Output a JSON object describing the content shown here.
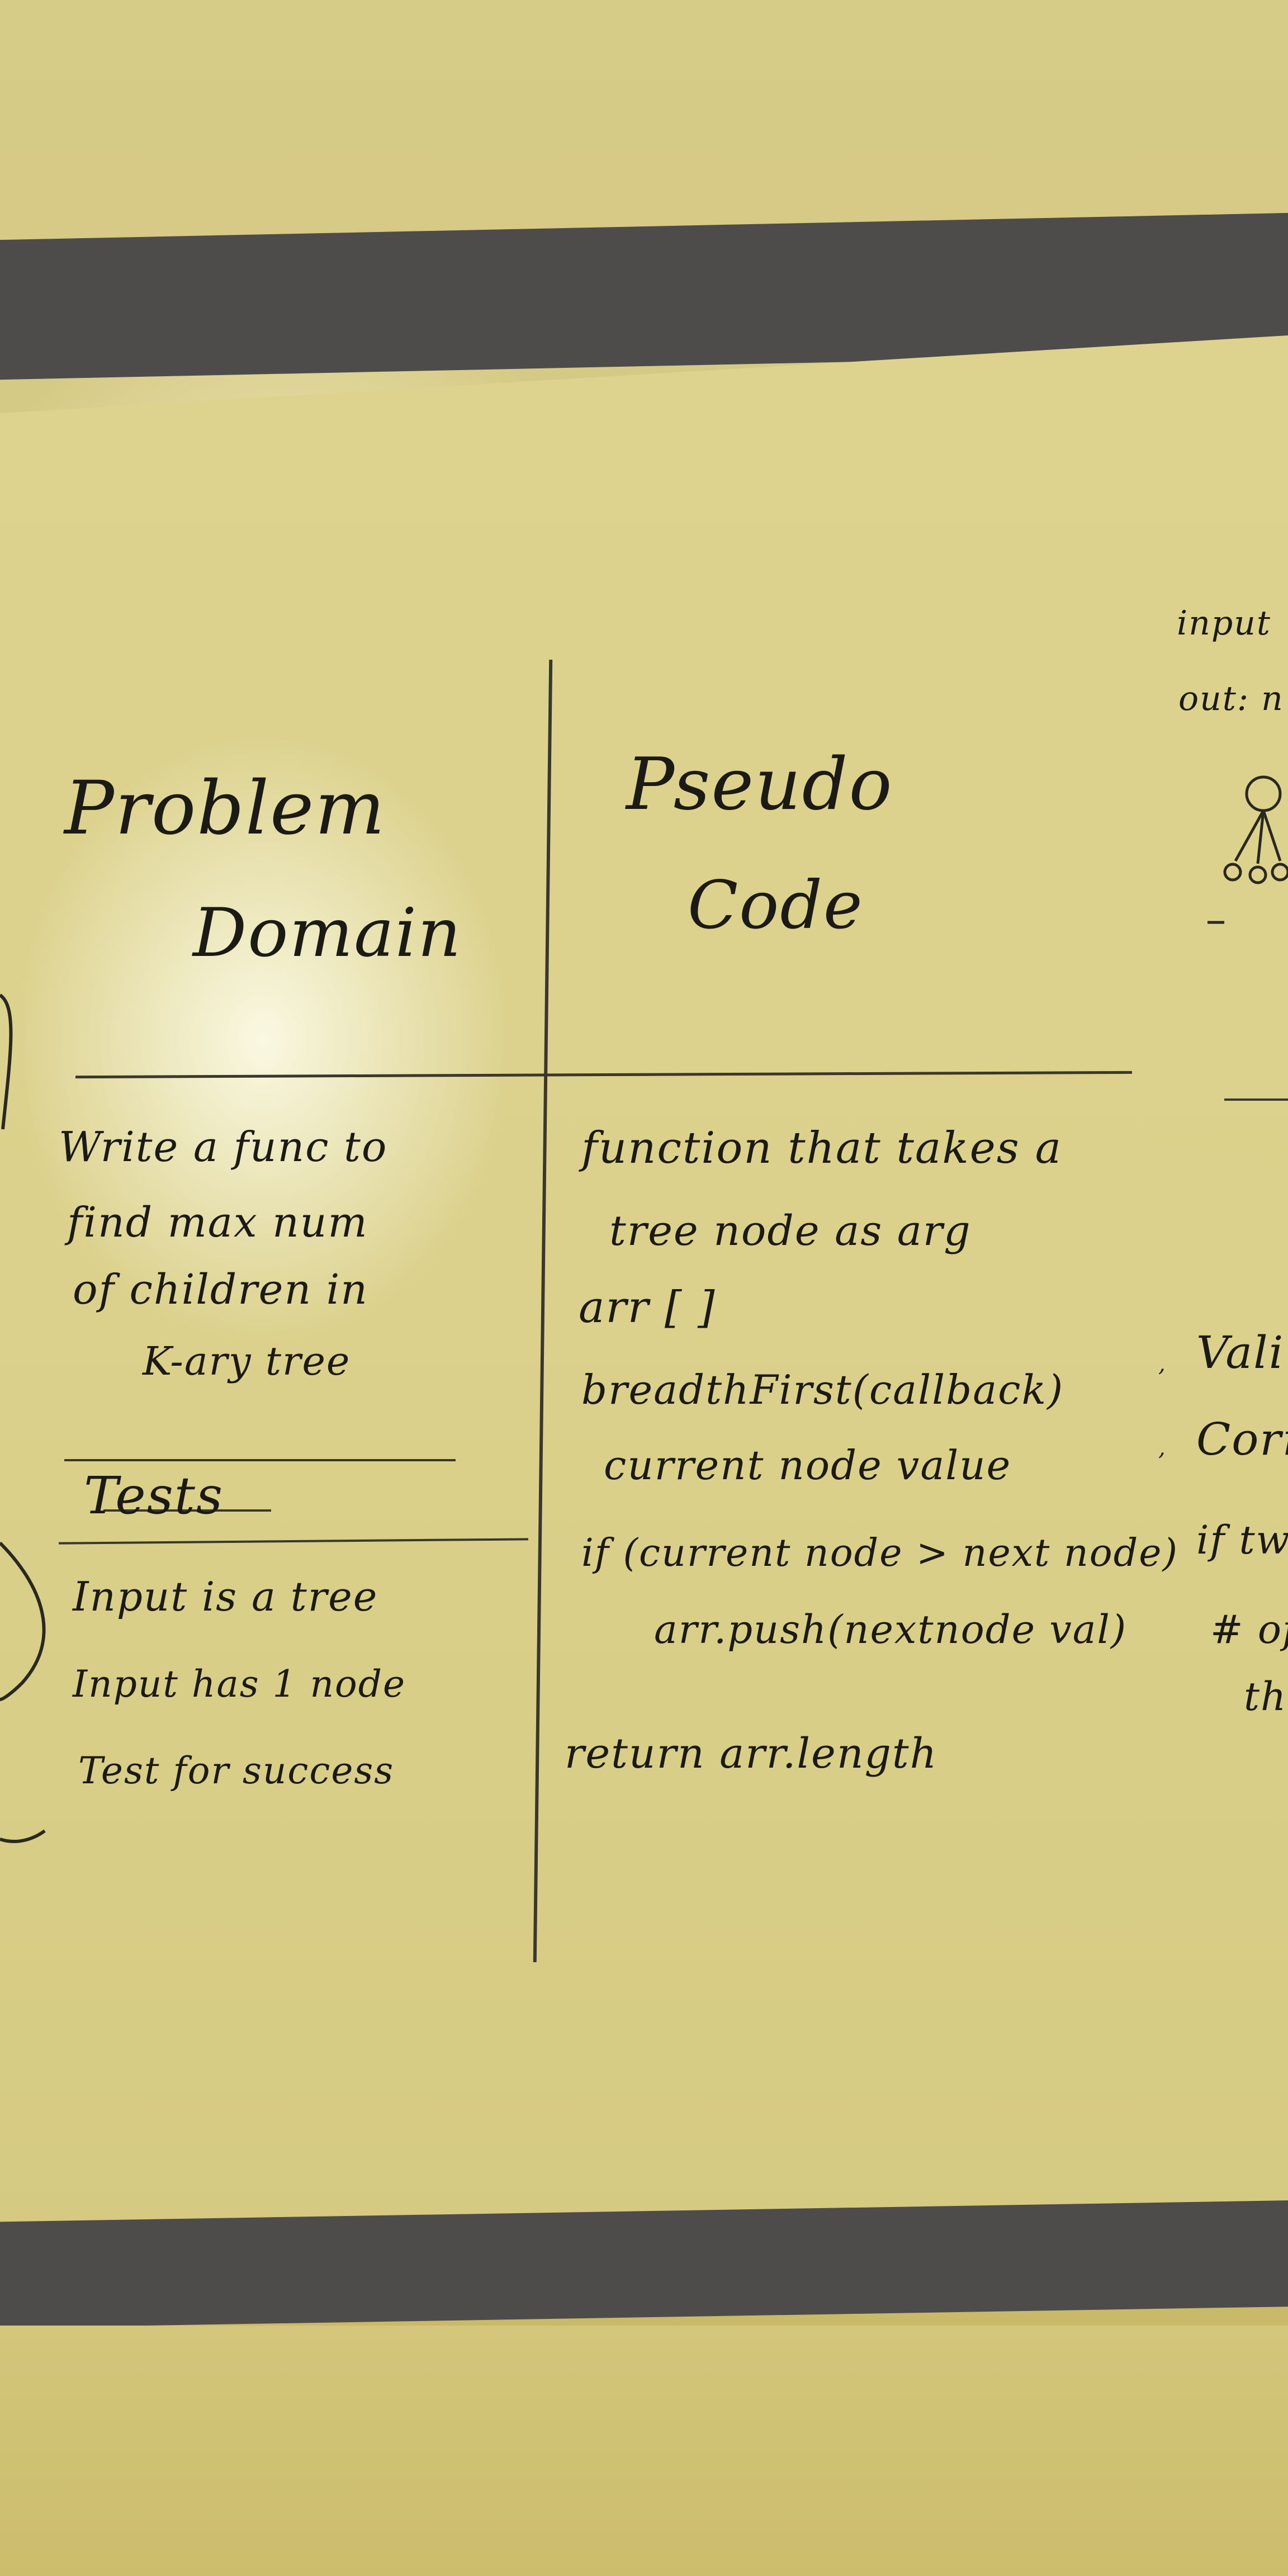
{
  "board": {
    "problem": {
      "title_1": "Problem",
      "title_2": "Domain"
    },
    "pseudo": {
      "title_1": "Pseudo",
      "title_2": "Code"
    },
    "domain_text": [
      "Write a func to",
      "find max num",
      "of children in",
      "K-ary tree"
    ],
    "tests_heading": "Tests",
    "tests": [
      "Input is a tree",
      "Input has 1 node",
      "Test for success"
    ],
    "pseudo_lines": [
      "function that takes a",
      "tree node as arg",
      "arr [ ]",
      "breadthFirst(callback)",
      "current node value",
      "if (current node > next node)",
      "arr.push(nextnode val)",
      "return arr.length"
    ],
    "right_edge": [
      "input",
      "out: n",
      "Vali",
      "Corre",
      "if tw",
      "# of",
      "th"
    ]
  }
}
